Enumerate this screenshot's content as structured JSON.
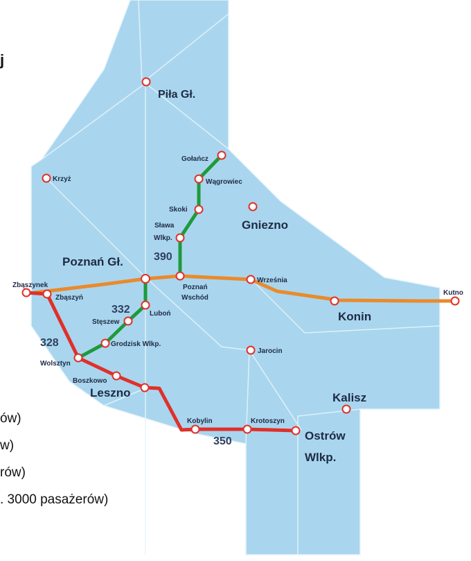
{
  "title_fragment": "j",
  "colors": {
    "region": "#a9d6ee",
    "region_border": "#e8f4fb",
    "line_green": "#1f9a3b",
    "line_orange": "#ea8a2c",
    "line_red": "#e0302a",
    "station_fill": "#ffffff",
    "station_stroke": "#e0302a",
    "label": "#1f2a44"
  },
  "stations": {
    "pila": "Piła Gł.",
    "krzyz": "Krzyż",
    "golancz": "Gołańcz",
    "wagrowiec": "Wągrowiec",
    "skoki": "Skoki",
    "slawa_1": "Sława",
    "slawa_2": "Wlkp.",
    "gniezno": "Gniezno",
    "poznan_gl": "Poznań Gł.",
    "poznan_wschod_1": "Poznań",
    "poznan_wschod_2": "Wschód",
    "wrzesnia": "Września",
    "kutno": "Kutno",
    "konin": "Konin",
    "zbaszynek": "Zbąszynek",
    "zbaszyn": "Zbąszyń",
    "lubon": "Luboń",
    "steszew": "Stęszew",
    "grodzisk": "Grodzisk  Wlkp.",
    "jarocin": "Jarocin",
    "wolsztyn": "Wolsztyn",
    "boszkowo": "Boszkowo",
    "leszno": "Leszno",
    "kalisz": "Kalisz",
    "kobylin": "Kobylin",
    "krotoszyn": "Krotoszyn",
    "ostrow_1": "Ostrów",
    "ostrow_2": "Wlkp."
  },
  "line_numbers": {
    "l390": "390",
    "l332": "332",
    "l328": "328",
    "l350": "350"
  },
  "legend": [
    "ów)",
    "w)",
    "rów)",
    ". 3000 pasażerów)"
  ]
}
